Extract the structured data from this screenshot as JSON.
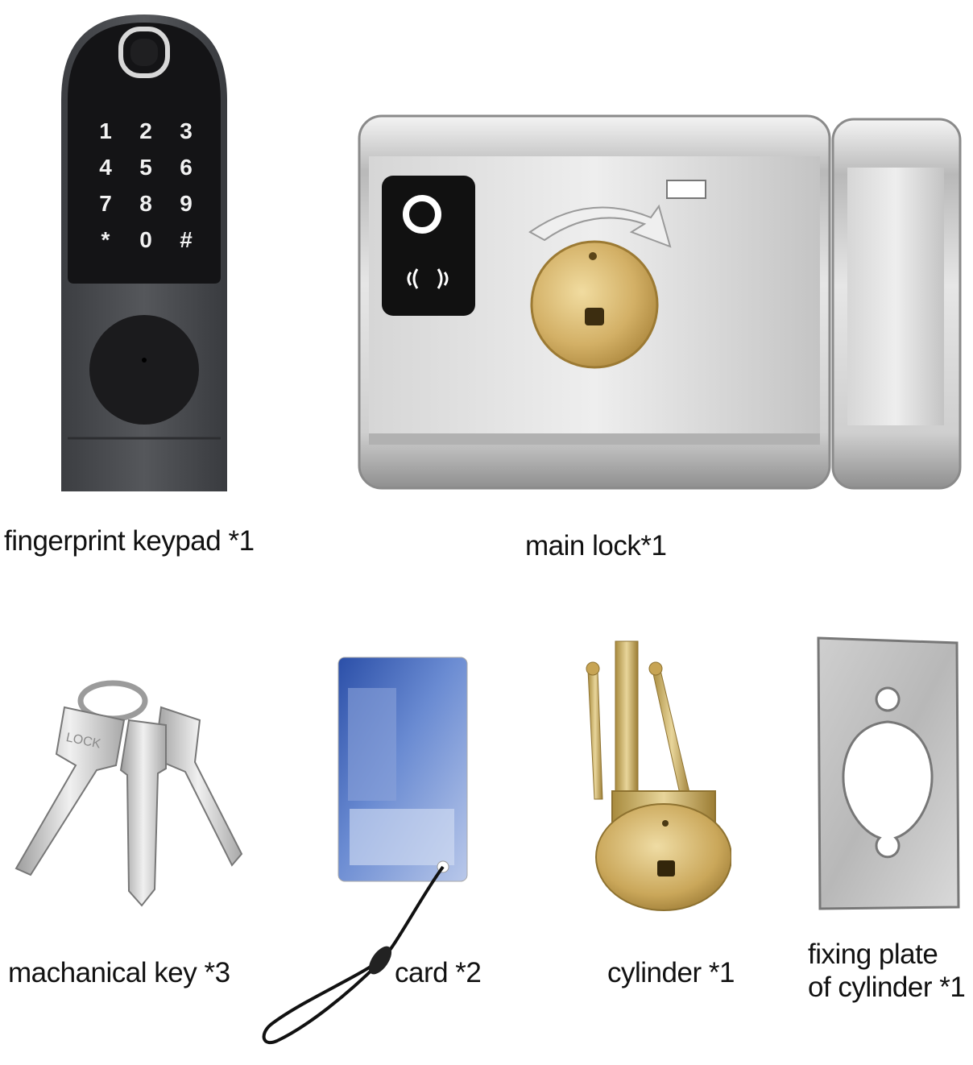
{
  "items": {
    "fingerprint_keypad": {
      "label": "fingerprint keypad *1",
      "keys": [
        "1",
        "2",
        "3",
        "4",
        "5",
        "6",
        "7",
        "8",
        "9",
        "*",
        "0",
        "#"
      ]
    },
    "main_lock": {
      "label": "main lock*1"
    },
    "mechanical_key": {
      "label": "machanical key *3",
      "key_text": "LOCK"
    },
    "card": {
      "label": "card *2"
    },
    "cylinder": {
      "label": "cylinder *1"
    },
    "fixing_plate": {
      "label_line1": "fixing plate",
      "label_line2": "of cylinder *1"
    }
  },
  "colors": {
    "keypad_body": "#4a4c50",
    "keypad_face": "#151517",
    "steel": "#d8d8d8",
    "brass": "#c9a24a"
  }
}
